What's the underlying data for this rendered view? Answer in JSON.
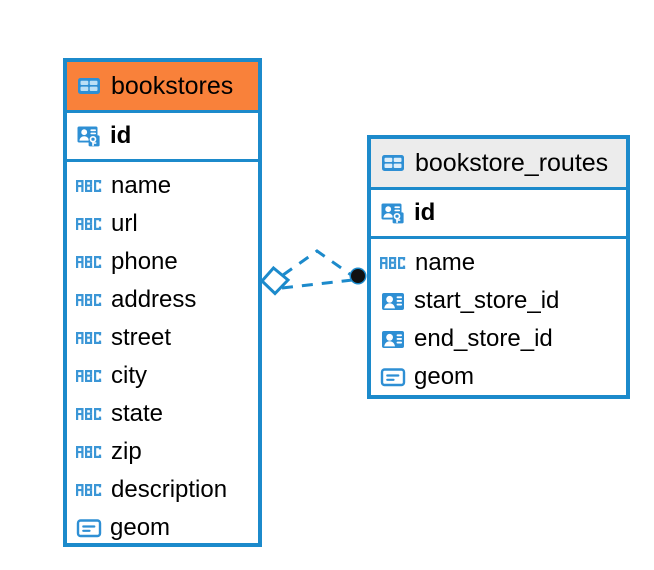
{
  "diagram": {
    "type": "entity-relationship-diagram",
    "background": "#ffffff",
    "accent_color": "#1C8ACB",
    "highlight_color": "#F9813A",
    "neutral_header_color": "#ECECEC"
  },
  "tables": [
    {
      "name": "bookstores",
      "header_style": "orange",
      "primary_key": [
        {
          "label": "id",
          "icon": "primary-key-icon",
          "type": "pk"
        }
      ],
      "columns": [
        {
          "label": "name",
          "icon": "abc-text-icon",
          "type": "text"
        },
        {
          "label": "url",
          "icon": "abc-text-icon",
          "type": "text"
        },
        {
          "label": "phone",
          "icon": "abc-text-icon",
          "type": "text"
        },
        {
          "label": "address",
          "icon": "abc-text-icon",
          "type": "text"
        },
        {
          "label": "street",
          "icon": "abc-text-icon",
          "type": "text"
        },
        {
          "label": "city",
          "icon": "abc-text-icon",
          "type": "text"
        },
        {
          "label": "state",
          "icon": "abc-text-icon",
          "type": "text"
        },
        {
          "label": "zip",
          "icon": "abc-text-icon",
          "type": "text"
        },
        {
          "label": "description",
          "icon": "abc-text-icon",
          "type": "text"
        },
        {
          "label": "geom",
          "icon": "geometry-icon",
          "type": "geometry"
        }
      ]
    },
    {
      "name": "bookstore_routes",
      "header_style": "grey",
      "primary_key": [
        {
          "label": "id",
          "icon": "primary-key-icon",
          "type": "pk"
        }
      ],
      "columns": [
        {
          "label": "name",
          "icon": "abc-text-icon",
          "type": "text"
        },
        {
          "label": "start_store_id",
          "icon": "foreign-key-icon",
          "type": "fk"
        },
        {
          "label": "end_store_id",
          "icon": "foreign-key-icon",
          "type": "fk"
        },
        {
          "label": "geom",
          "icon": "geometry-icon",
          "type": "geometry"
        }
      ]
    }
  ],
  "relationship": {
    "from_table": "bookstores",
    "to_table": "bookstore_routes",
    "from_marker": "diamond-marker",
    "to_marker": "filled-circle-marker",
    "line_style": "dashed",
    "color": "#1C8ACB"
  }
}
